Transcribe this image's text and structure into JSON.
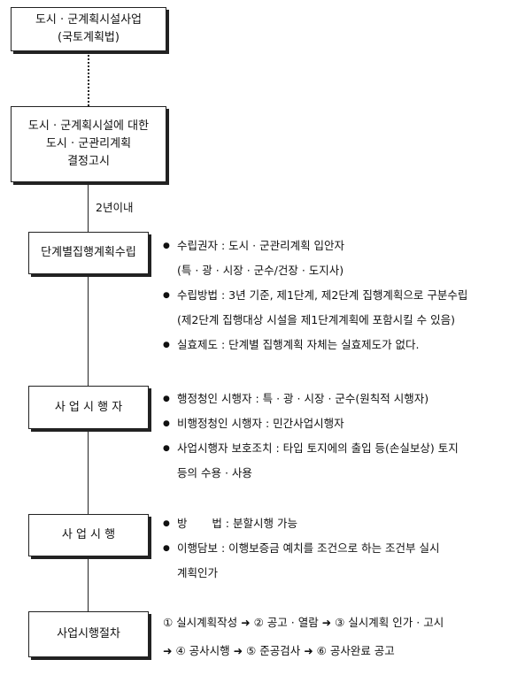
{
  "boxes": {
    "project": {
      "line1": "도시 · 군계획시설사업",
      "line2": "(국토계획법)"
    },
    "decision": {
      "line1": "도시 · 군계획시설에 대한",
      "line2": "도시 · 군관리계획",
      "line3": "결정고시"
    },
    "phased": {
      "label": "단계별집행계획수립"
    },
    "implementer": {
      "label": "사 업 시 행 자"
    },
    "execution": {
      "label": "사 업 시 행"
    },
    "procedure": {
      "label": "사업시행절차"
    }
  },
  "connector_note": "2년이내",
  "phased_items": [
    {
      "text": "수립권자 : 도시 · 군관리계획 입안자",
      "cont": "(특 · 광 · 시장 · 군수/건장 · 도지사)"
    },
    {
      "text": "수립방법 : 3년 기준, 제1단계, 제2단계 집행계획으로 구분수립",
      "cont": "(제2단계 집행대상 시설을 제1단계계획에 포함시킬 수 있음)"
    },
    {
      "text": "실효제도 : 단계별 집행계획 자체는 실효제도가 없다.",
      "cont": ""
    }
  ],
  "implementer_items": [
    {
      "text": "행정청인 시행자 : 특 · 광 · 시장 · 군수(원칙적 시행자)",
      "cont": ""
    },
    {
      "text": "비행정청인 시행자 : 민간사업시행자",
      "cont": ""
    },
    {
      "text": "사업시행자 보호조치 : 타입 토지에의 출입 등(손실보상) 토지",
      "cont": "등의 수용 · 사용"
    }
  ],
  "execution_items": [
    {
      "text": "방       법 : 분할시행 가능",
      "cont": ""
    },
    {
      "text": "이행담보 : 이행보증금 예치를 조건으로 하는 조건부 실시",
      "cont": "계획인가"
    }
  ],
  "procedure_steps": {
    "line1": "① 실시계획작성 ➜ ② 공고 · 열람 ➜ ③ 실시계획 인가 · 고시",
    "line2": "➜ ④ 공사시행 ➜ ⑤ 준공검사 ➜ ⑥ 공사완료 공고"
  }
}
